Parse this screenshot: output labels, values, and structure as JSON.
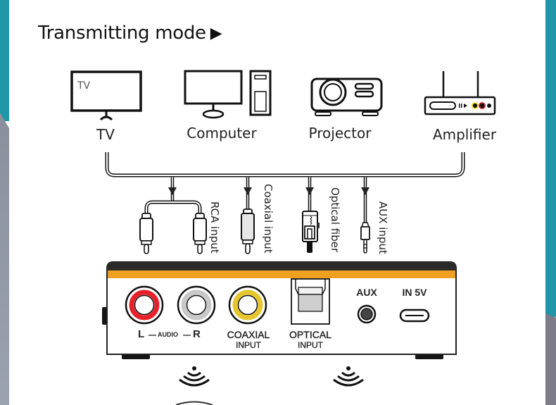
{
  "title": {
    "text": "Transmitting mode",
    "arrow_icon": "play-triangle-icon",
    "arrow_glyph": "▶"
  },
  "devices": [
    {
      "name": "TV",
      "icon": "tv-icon",
      "screen_text": "TV"
    },
    {
      "name": "Computer",
      "icon": "computer-icon"
    },
    {
      "name": "Projector",
      "icon": "projector-icon"
    },
    {
      "name": "Amplifier",
      "icon": "amplifier-icon"
    }
  ],
  "cables": [
    {
      "label": "RCA input",
      "icon": "rca-plug-icon"
    },
    {
      "label": "Coaxial input",
      "icon": "coaxial-plug-icon"
    },
    {
      "label": "Optical fiber",
      "icon": "optical-plug-icon"
    },
    {
      "label": "AUX input",
      "icon": "aux-plug-icon"
    }
  ],
  "device_panel": {
    "accent_color": "#f0a020",
    "ports": {
      "audio_left": "L",
      "audio_mid": "AUDIO",
      "audio_right": "R",
      "coaxial_line1": "COAXIAL",
      "coaxial_line2": "INPUT",
      "optical_line1": "OPTICAL",
      "optical_line2": "INPUT",
      "aux": "AUX",
      "power": "IN 5V"
    },
    "port_colors": {
      "rca_left": "#e8202a",
      "rca_right": "#c8c8c8",
      "coaxial": "#e6c62c"
    }
  },
  "wireless_icons": [
    "wireless-signal-icon",
    "wireless-signal-icon"
  ]
}
